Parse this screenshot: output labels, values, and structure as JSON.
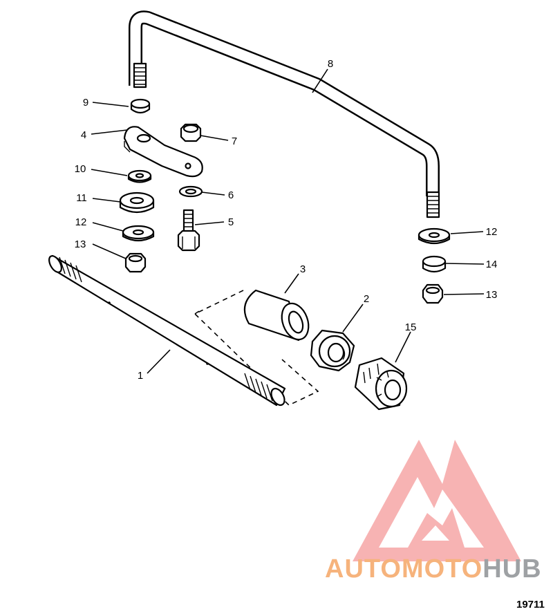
{
  "diagram": {
    "callouts": [
      {
        "id": "1",
        "text": "1"
      },
      {
        "id": "2",
        "text": "2"
      },
      {
        "id": "3",
        "text": "3"
      },
      {
        "id": "4",
        "text": "4"
      },
      {
        "id": "5",
        "text": "5"
      },
      {
        "id": "6",
        "text": "6"
      },
      {
        "id": "7",
        "text": "7"
      },
      {
        "id": "8",
        "text": "8"
      },
      {
        "id": "9",
        "text": "9"
      },
      {
        "id": "10",
        "text": "10"
      },
      {
        "id": "11",
        "text": "11"
      },
      {
        "id": "12a",
        "text": "12"
      },
      {
        "id": "12b",
        "text": "12"
      },
      {
        "id": "13a",
        "text": "13"
      },
      {
        "id": "13b",
        "text": "13"
      },
      {
        "id": "14",
        "text": "14"
      },
      {
        "id": "15",
        "text": "15"
      }
    ],
    "figure_number": "19711"
  },
  "watermark": {
    "part1": "AUTO",
    "part2": "MOTO",
    "part3": "HUB",
    "colors": {
      "triangle": "#f59a9a",
      "auto": "#f6b37c",
      "hub": "#9ea1a4"
    }
  }
}
